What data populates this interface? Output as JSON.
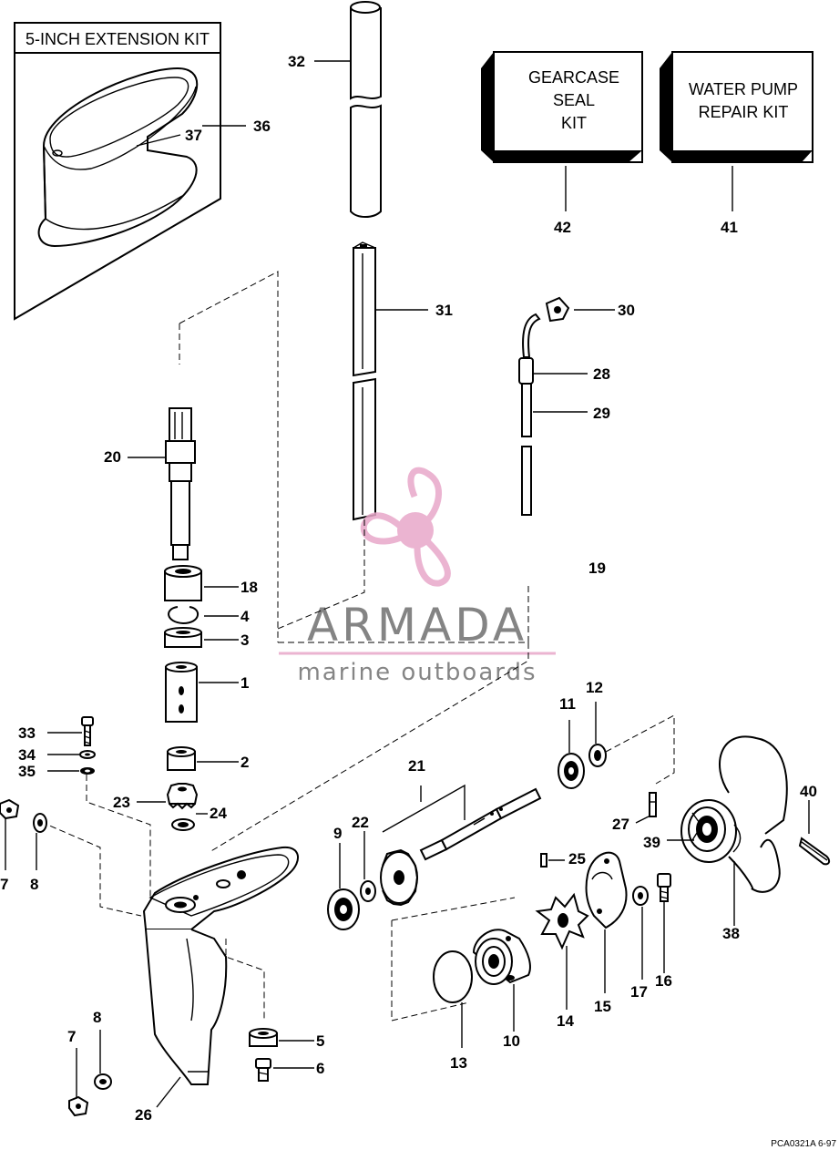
{
  "diagram": {
    "extension_kit_label": "5-INCH EXTENSION KIT",
    "gearcase_kit": [
      "GEARCASE",
      "SEAL",
      "KIT"
    ],
    "water_pump_kit": [
      "WATER PUMP",
      "REPAIR KIT"
    ],
    "watermark": {
      "name": "ARMADA",
      "tagline": "marine outboards",
      "color": "#e8a7c9"
    },
    "footer_code": "PCA0321A   6-97",
    "callouts": {
      "c1": "1",
      "c2": "2",
      "c3": "3",
      "c4": "4",
      "c5": "5",
      "c6": "6",
      "c7a": "7",
      "c7b": "7",
      "c8a": "8",
      "c8b": "8",
      "c9": "9",
      "c10": "10",
      "c11": "11",
      "c12": "12",
      "c13": "13",
      "c14": "14",
      "c15": "15",
      "c16": "16",
      "c17": "17",
      "c18": "18",
      "c19": "19",
      "c20": "20",
      "c21": "21",
      "c22": "22",
      "c23": "23",
      "c24": "24",
      "c25": "25",
      "c26": "26",
      "c27": "27",
      "c28": "28",
      "c29": "29",
      "c30": "30",
      "c31": "31",
      "c32": "32",
      "c33": "33",
      "c34": "34",
      "c35": "35",
      "c36": "36",
      "c37": "37",
      "c38": "38",
      "c39": "39",
      "c40": "40",
      "c41": "41",
      "c42": "42"
    }
  }
}
